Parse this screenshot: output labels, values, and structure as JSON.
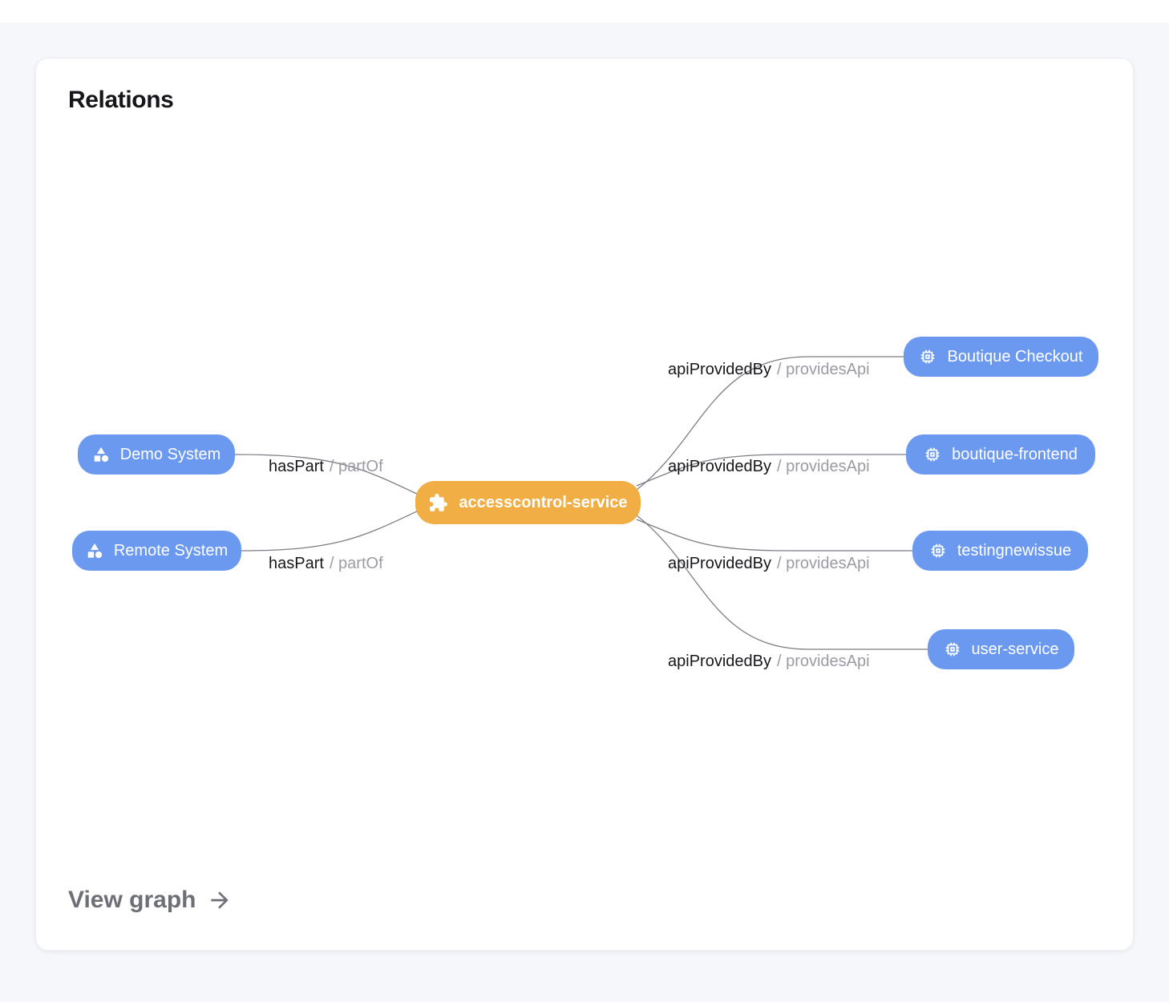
{
  "card": {
    "title": "Relations",
    "view_graph_label": "View graph",
    "view_graph_arrow_icon": "arrow-right-icon"
  },
  "colors": {
    "page_background": "#f6f7fa",
    "card_background": "#ffffff",
    "node_blue": "#6c99f0",
    "node_orange": "#f0ae45",
    "edge_stroke": "#7d7d85",
    "edge_label_main": "#17171b",
    "edge_label_secondary": "#9b9ba3",
    "footer_link": "#6e6e76"
  },
  "graph": {
    "nodes": {
      "center": {
        "label": "accesscontrol-service",
        "icon": "extension-icon",
        "color": "#f0ae45"
      },
      "left": [
        {
          "label": "Demo System",
          "icon": "category-icon",
          "color": "#6c99f0"
        },
        {
          "label": "Remote System",
          "icon": "category-icon",
          "color": "#6c99f0"
        }
      ],
      "right": [
        {
          "label": "Boutique Checkout",
          "icon": "memory-icon",
          "color": "#6c99f0"
        },
        {
          "label": "boutique-frontend",
          "icon": "memory-icon",
          "color": "#6c99f0"
        },
        {
          "label": "testingnewissue",
          "icon": "memory-icon",
          "color": "#6c99f0"
        },
        {
          "label": "user-service",
          "icon": "memory-icon",
          "color": "#6c99f0"
        }
      ]
    },
    "edges": [
      {
        "from": "Demo System",
        "to": "accesscontrol-service",
        "label_main": "hasPart",
        "label_secondary": "/ partOf"
      },
      {
        "from": "Remote System",
        "to": "accesscontrol-service",
        "label_main": "hasPart",
        "label_secondary": "/ partOf"
      },
      {
        "from": "accesscontrol-service",
        "to": "Boutique Checkout",
        "label_main": "apiProvidedBy",
        "label_secondary": "/ providesApi"
      },
      {
        "from": "accesscontrol-service",
        "to": "boutique-frontend",
        "label_main": "apiProvidedBy",
        "label_secondary": "/ providesApi"
      },
      {
        "from": "accesscontrol-service",
        "to": "testingnewissue",
        "label_main": "apiProvidedBy",
        "label_secondary": "/ providesApi"
      },
      {
        "from": "accesscontrol-service",
        "to": "user-service",
        "label_main": "apiProvidedBy",
        "label_secondary": "/ providesApi"
      }
    ]
  }
}
